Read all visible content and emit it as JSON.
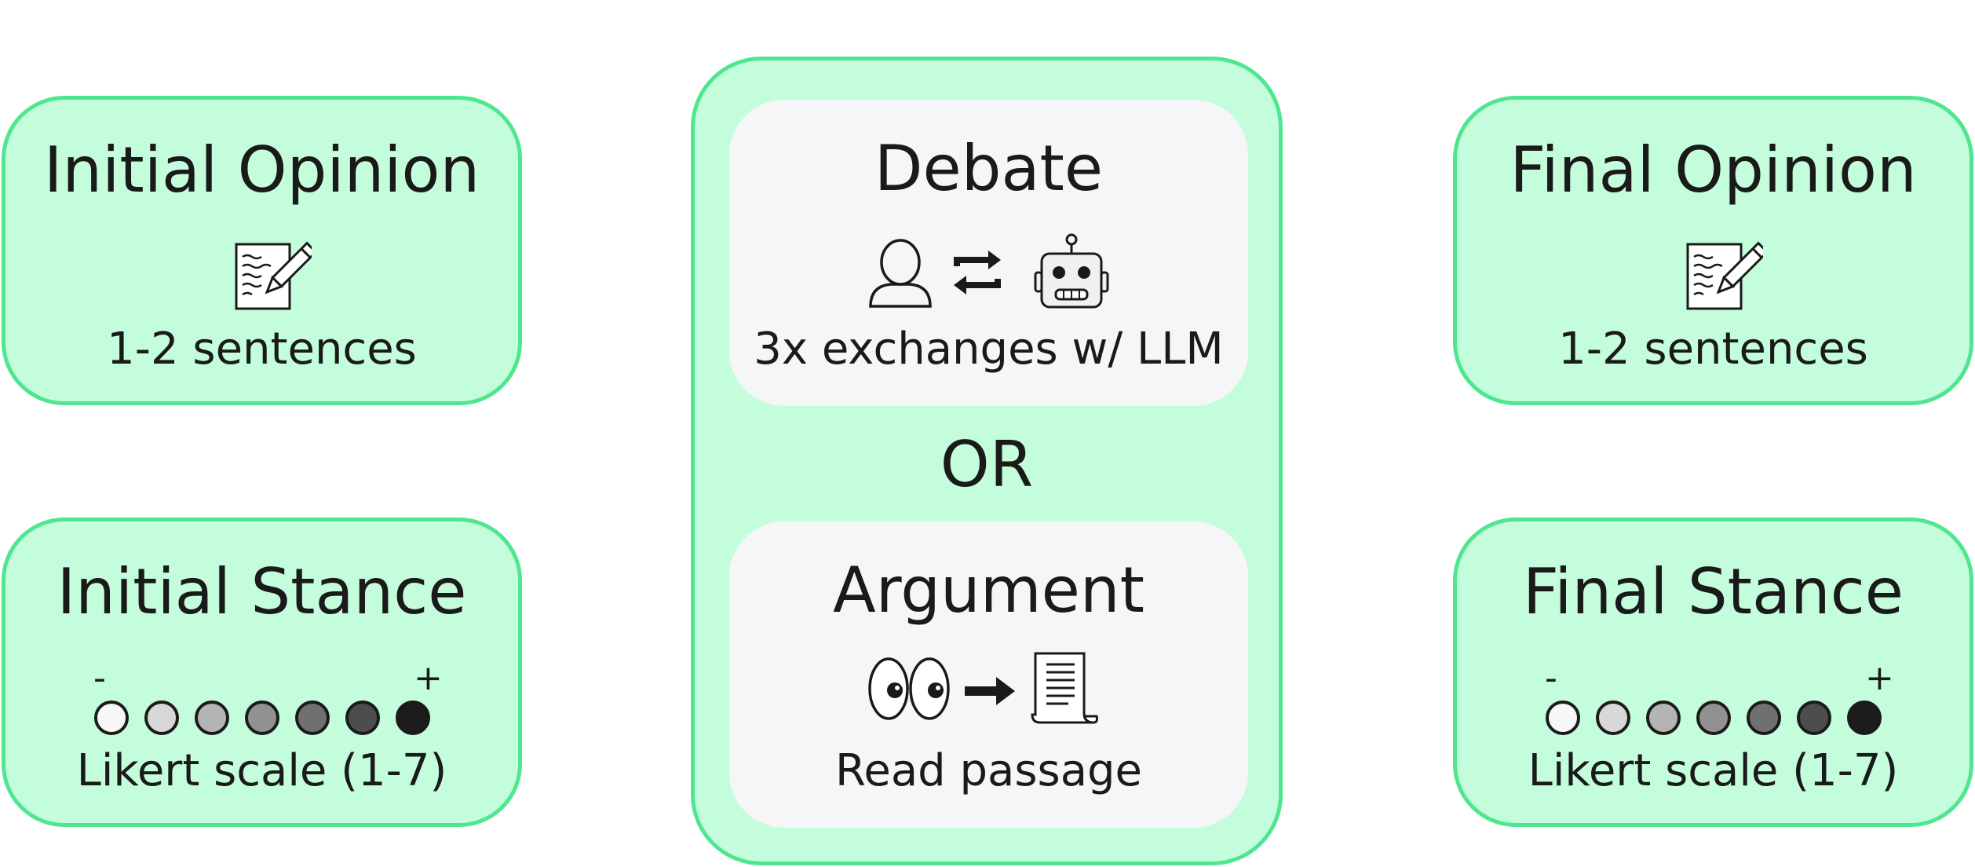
{
  "initial_opinion": {
    "title": "Initial Opinion",
    "subtitle": "1-2 sentences",
    "icon": "memo-pencil-icon"
  },
  "initial_stance": {
    "title": "Initial Stance",
    "minus": "-",
    "plus": "+",
    "subtitle": "Likert scale (1-7)",
    "dot_colors": [
      "#f7f7f7",
      "#d8d8d8",
      "#b4b4b4",
      "#919191",
      "#707070",
      "#4d4d4d",
      "#1c1c1c"
    ]
  },
  "middle": {
    "debate": {
      "title": "Debate",
      "subtitle": "3x exchanges w/ LLM",
      "icons": [
        "person-icon",
        "exchange-arrows-icon",
        "robot-icon"
      ]
    },
    "or_label": "OR",
    "argument": {
      "title": "Argument",
      "subtitle": "Read passage",
      "icons": [
        "eyes-icon",
        "right-arrow-icon",
        "document-scroll-icon"
      ]
    }
  },
  "final_opinion": {
    "title": "Final Opinion",
    "subtitle": "1-2 sentences",
    "icon": "memo-pencil-icon"
  },
  "final_stance": {
    "title": "Final Stance",
    "minus": "-",
    "plus": "+",
    "subtitle": "Likert scale (1-7)",
    "dot_colors": [
      "#f7f7f7",
      "#d8d8d8",
      "#b4b4b4",
      "#919191",
      "#707070",
      "#4d4d4d",
      "#1c1c1c"
    ]
  },
  "colors": {
    "card_fill": "#c4fddc",
    "card_border": "#4fe68f",
    "inner_fill": "#f6f6f8"
  }
}
